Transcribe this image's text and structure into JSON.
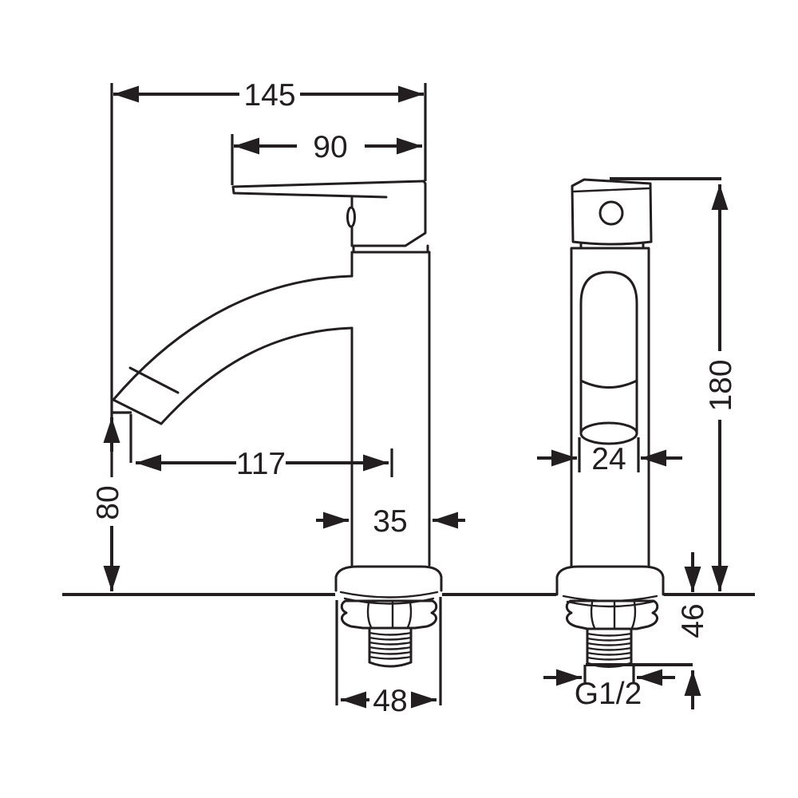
{
  "drawing": {
    "colors": {
      "line": "#231f20",
      "background": "#ffffff"
    },
    "dimensions": {
      "overall_reach": "145",
      "handle_length": "90",
      "spout_reach": "117",
      "spout_height": "80",
      "body_width": "35",
      "base_width": "48",
      "total_height": "180",
      "outlet_width": "24",
      "shank_length": "46",
      "thread_size": "G1/2"
    }
  }
}
